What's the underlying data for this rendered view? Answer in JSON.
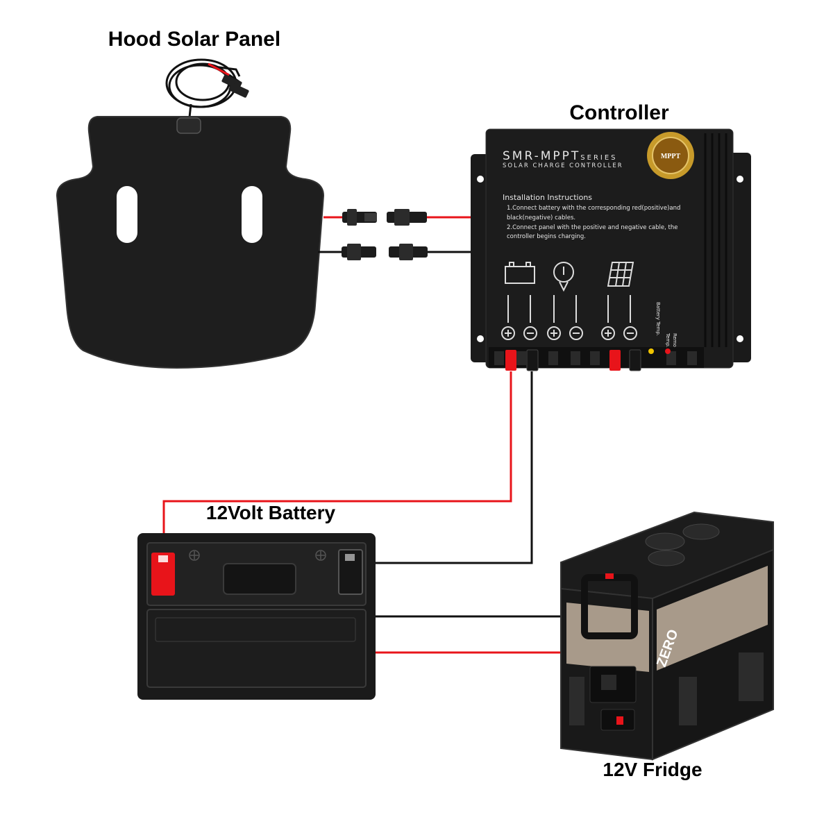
{
  "labels": {
    "panel": "Hood Solar Panel",
    "controller": "Controller",
    "battery": "12Volt Battery",
    "fridge": "12V Fridge"
  },
  "controller": {
    "title_main": "SMR-MPPT",
    "title_suffix": "SERIES",
    "subtitle": "SOLAR CHARGE CONTROLLER",
    "badge": "MPPT",
    "instructions_title": "Installation Instructions",
    "step1_line1": "1.Connect battery with the corresponding red(positive)and",
    "step1_line2": "black(negative) cables.",
    "step2_line1": "2.Connect panel with the positive and negative cable, the",
    "step2_line2": "controller begins charging.",
    "side_text1": "Temp. Sensor",
    "side_text2": "Remote",
    "side_text3": "Battery Temp."
  },
  "fridge": {
    "brand": "ZERO"
  },
  "colors": {
    "positive_wire": "#e8141a",
    "negative_wire": "#111111",
    "device_body": "#1b1b1b",
    "fridge_panel": "#a89a8a"
  }
}
